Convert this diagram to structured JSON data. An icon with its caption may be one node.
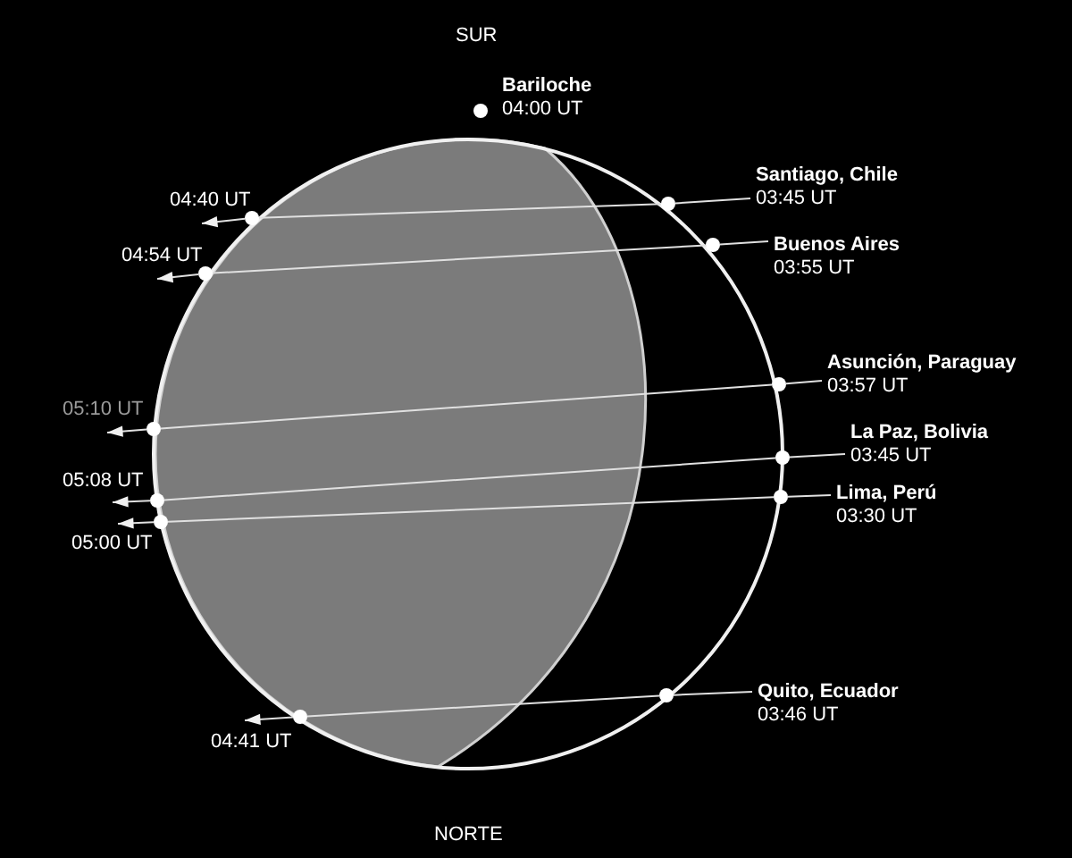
{
  "diagram": {
    "nodes": [
      {
        "text": [
          "Bariloche",
          "04:00 UT"
        ]
      },
      {
        "text": [],
        "shape": "circle"
      },
      {
        "text": [
          "Santiago, Chile",
          "03:45 UT"
        ]
      },
      {
        "text": [],
        "shape": "circle"
      },
      {
        "text": [],
        "shape": "circle"
      },
      {
        "text": [
          "04:40 UT"
        ]
      },
      {
        "text": [
          "Buenos Aires",
          "03:55 UT"
        ]
      },
      {
        "text": [],
        "shape": "circle"
      },
      {
        "text": [],
        "shape": "circle"
      },
      {
        "text": [
          "04:54 UT"
        ]
      },
      {
        "text": [
          "Asunción, Paraguay",
          "03:57 UT"
        ]
      },
      {
        "text": [],
        "shape": "circle"
      },
      {
        "text": [],
        "shape": "circle"
      },
      {
        "text": [
          "05:10 UT"
        ]
      },
      {
        "text": [
          "La Paz, Bolivia",
          "03:45 UT"
        ]
      },
      {
        "text": [],
        "shape": "circle"
      },
      {
        "text": [],
        "shape": "circle"
      },
      {
        "text": [
          "05:08 UT"
        ]
      },
      {
        "text": [
          "Lima, Perú",
          "03:30 UT"
        ]
      },
      {
        "text": [],
        "shape": "circle"
      },
      {
        "text": [],
        "shape": "circle"
      },
      {
        "text": [
          "05:00 UT"
        ]
      },
      {
        "text": [
          "Quito, Ecuador",
          "03:46 UT"
        ]
      },
      {
        "text": [],
        "shape": "circle"
      },
      {
        "text": [],
        "shape": "circle"
      },
      {
        "text": [
          "04:41 UT"
        ]
      }
    ],
    "edges": [
      {
        "from": 2,
        "to": 3,
        "arrow": "none"
      },
      {
        "from": 3,
        "to": 4,
        "arrow": "none"
      },
      {
        "from": 4,
        "to": 5,
        "arrow": "to"
      },
      {
        "from": 6,
        "to": 7,
        "arrow": "none"
      },
      {
        "from": 7,
        "to": 8,
        "arrow": "none"
      },
      {
        "from": 8,
        "to": 9,
        "arrow": "to"
      },
      {
        "from": 10,
        "to": 11,
        "arrow": "none"
      },
      {
        "from": 11,
        "to": 12,
        "arrow": "none"
      },
      {
        "from": 12,
        "to": 13,
        "arrow": "to"
      },
      {
        "from": 14,
        "to": 15,
        "arrow": "none"
      },
      {
        "from": 15,
        "to": 16,
        "arrow": "none"
      },
      {
        "from": 16,
        "to": 17,
        "arrow": "to"
      },
      {
        "from": 18,
        "to": 19,
        "arrow": "none"
      },
      {
        "from": 19,
        "to": 20,
        "arrow": "none"
      },
      {
        "from": 20,
        "to": 21,
        "arrow": "to"
      },
      {
        "from": 22,
        "to": 23,
        "arrow": "none"
      },
      {
        "from": 23,
        "to": 24,
        "arrow": "none"
      },
      {
        "from": 24,
        "to": 25,
        "arrow": "to"
      }
    ],
    "labels": [
      "SUR",
      "NORTE"
    ]
  }
}
